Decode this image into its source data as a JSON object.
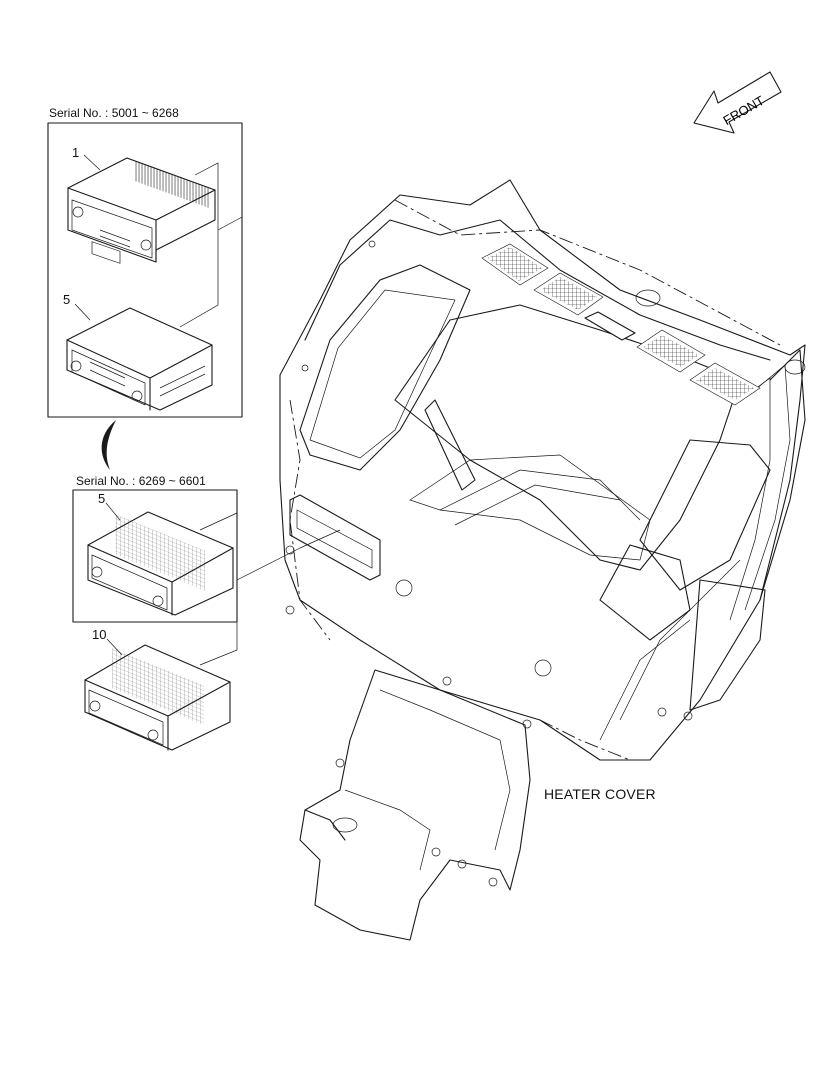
{
  "labels": {
    "serial_group_1": "Serial No. : 5001 ~ 6268",
    "serial_group_2": "Serial No. : 6269 ~ 6601",
    "heater_cover": "HEATER COVER",
    "front": "FRONT"
  },
  "callouts": {
    "part_1": "1",
    "part_5_upper": "5",
    "part_5_lower": "5",
    "part_10": "10"
  },
  "colors": {
    "line": "#1a1a1a",
    "background": "#ffffff"
  }
}
